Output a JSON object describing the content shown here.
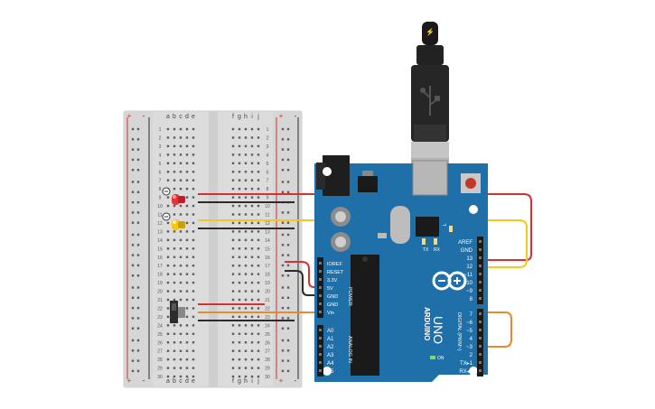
{
  "breadboard": {
    "rail_plus": "+",
    "rail_minus": "-",
    "columns_left": [
      "a",
      "b",
      "c",
      "d",
      "e"
    ],
    "columns_right": [
      "f",
      "g",
      "h",
      "i",
      "j"
    ],
    "row_count": 30,
    "rail_plus_color": "#d0312d",
    "rail_minus_color": "#2a2a2a"
  },
  "components": {
    "led_red": {
      "color": "#e8333a",
      "row": 10
    },
    "led_yellow": {
      "color": "#f2c916",
      "row": 13
    },
    "switch": {
      "row": 23
    }
  },
  "arduino": {
    "brand": "ARDUINO",
    "model": "UNO",
    "power_header_label": "POWER",
    "analog_header_label": "ANALOG IN",
    "digital_header_label": "DIGITAL (PWM~)",
    "power_pins": [
      "IOREF",
      "RESET",
      "3.3V",
      "5V",
      "GND",
      "GND",
      "Vin"
    ],
    "analog_pins": [
      "A0",
      "A1",
      "A2",
      "A3",
      "A4",
      "A5"
    ],
    "digital_top": [
      "AREF",
      "GND",
      "13",
      "12",
      "~11",
      "~10",
      "~9",
      "8"
    ],
    "digital_bottom": [
      "7",
      "~6",
      "~5",
      "4",
      "~3",
      "2",
      "TX▸1",
      "RX◂0"
    ],
    "led_labels": [
      "L",
      "TX",
      "RX"
    ],
    "on_label": "ON",
    "board_color": "#1f6fa8"
  },
  "wires": {
    "red_color": "#d6312f",
    "yellow_color": "#f0c91a",
    "orange_color": "#e9892a",
    "black_color": "#2b2b2b"
  }
}
